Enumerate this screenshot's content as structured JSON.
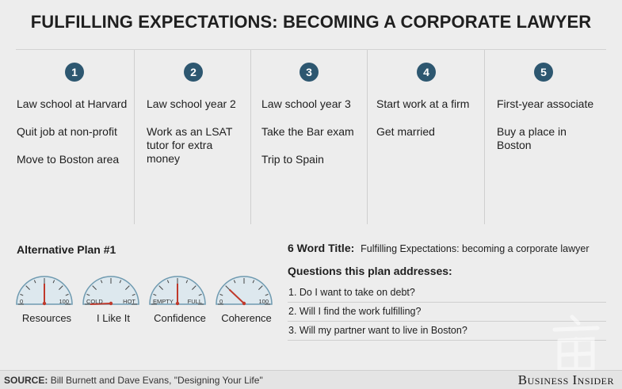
{
  "title": "FULFILLING EXPECTATIONS: BECOMING A CORPORATE LAWYER",
  "steps": [
    {
      "number": "1",
      "items": [
        "Law school at Harvard",
        "Quit job at non-profit",
        "Move to Boston area"
      ]
    },
    {
      "number": "2",
      "items": [
        "Law school year 2",
        "Work as an LSAT tutor for extra money"
      ]
    },
    {
      "number": "3",
      "items": [
        "Law school year 3",
        "Take the Bar exam",
        "Trip to Spain"
      ]
    },
    {
      "number": "4",
      "items": [
        "Start work at a firm",
        "Get married"
      ]
    },
    {
      "number": "5",
      "items": [
        "First-year associate",
        "Buy a place in Boston"
      ]
    }
  ],
  "plan": {
    "title": "Alternative Plan #1",
    "gauges": [
      {
        "label": "Resources",
        "min_label": "0",
        "max_label": "100",
        "level": 0.5
      },
      {
        "label": "I Like It",
        "min_label": "COLD",
        "max_label": "HOT",
        "level": 0.0
      },
      {
        "label": "Confidence",
        "min_label": "EMPTY",
        "max_label": "FULL",
        "level": 0.5
      },
      {
        "label": "Coherence",
        "min_label": "0",
        "max_label": "100",
        "level": 0.25
      }
    ]
  },
  "six_word": {
    "label": "6 Word Title:",
    "value": "Fulfilling Expectations: becoming a corporate lawyer"
  },
  "questions": {
    "heading": "Questions this plan addresses:",
    "items": [
      "1. Do I want to take on debt?",
      "2. Will I find the work fulfilling?",
      "3. Will my partner want to live in Boston?"
    ]
  },
  "footer": {
    "source_label": "SOURCE:",
    "source_text": "Bill Burnett and Dave Evans, \"Designing Your Life\"",
    "brand": "Business Insider"
  },
  "colors": {
    "accent": "#2d5770",
    "needle": "#c0392b",
    "gauge_fill": "#dde8ee",
    "gauge_stroke": "#6f9ab0"
  }
}
